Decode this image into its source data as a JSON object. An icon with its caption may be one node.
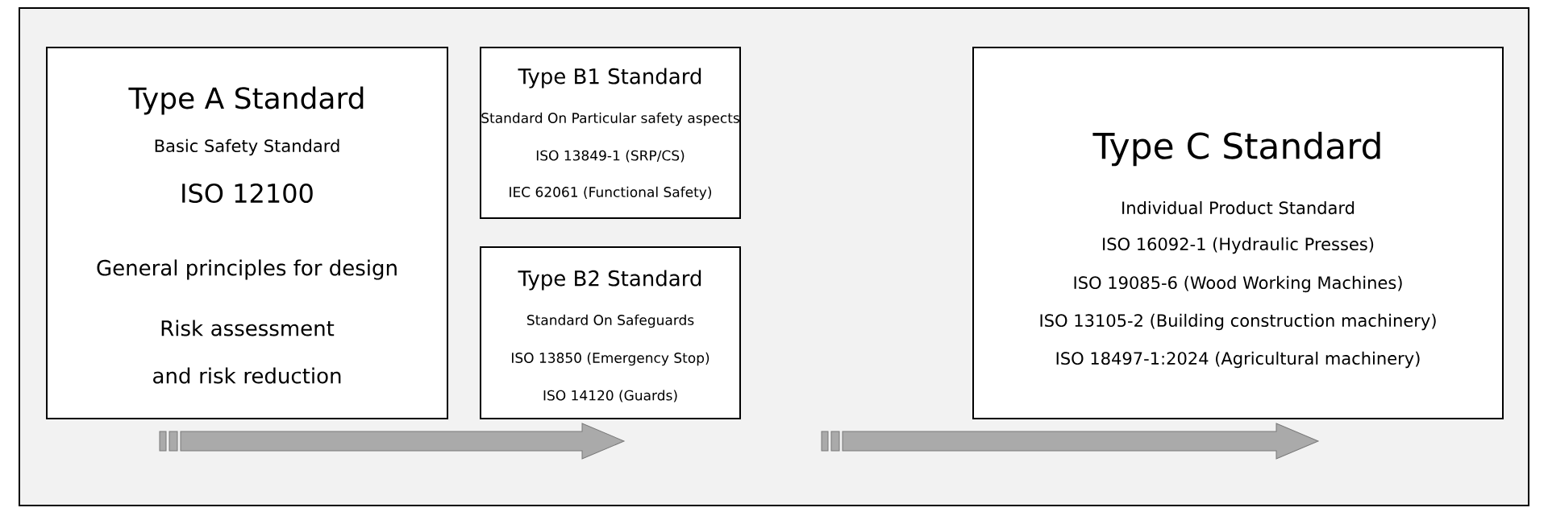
{
  "diagram": {
    "nodes": [
      {
        "text": [
          "Type A Standard",
          "Basic Safety Standard",
          "ISO 12100",
          "General principles for design",
          "Risk assessment and risk reduction"
        ]
      },
      {
        "text": [
          "Type B1 Standard",
          "Standard On Particular safety aspects",
          "ISO 13849-1 (SRP/CS)",
          "IEC 62061 (Functional Safety)"
        ]
      },
      {
        "text": [
          "Type B2 Standard",
          "Standard On Safeguards",
          "ISO 13850 (Emergency Stop)",
          "ISO 14120 (Guards)"
        ]
      },
      {
        "text": [
          "Type C Standard",
          "Individual Product Standard",
          "ISO 16092-1 (Hydraulic Presses)",
          "ISO 19085-6 (Wood Working Machines)",
          "ISO 13105-2 (Building construction machinery)",
          "ISO 18497-1:2024 (Agricultural machinery)"
        ]
      }
    ]
  }
}
